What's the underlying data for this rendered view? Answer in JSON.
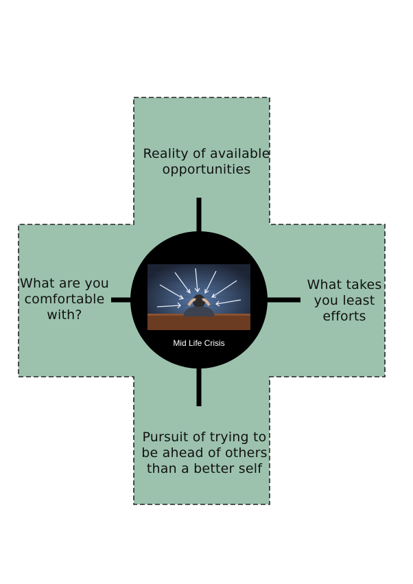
{
  "diagram": {
    "colors": {
      "cross_fill": "#9cc2ae",
      "cross_border": "#222222",
      "center_circle": "#000000",
      "connector": "#000000",
      "background": "#ffffff"
    },
    "center": {
      "caption": "Mid Life Crisis",
      "image": "stressed-man-at-desk-with-arrows"
    },
    "nodes": {
      "top": "Reality of available opportunities",
      "left": "What are you comfortable with?",
      "right": "What takes you least efforts",
      "bottom": "Pursuit of trying to be ahead of others than a better self"
    }
  }
}
